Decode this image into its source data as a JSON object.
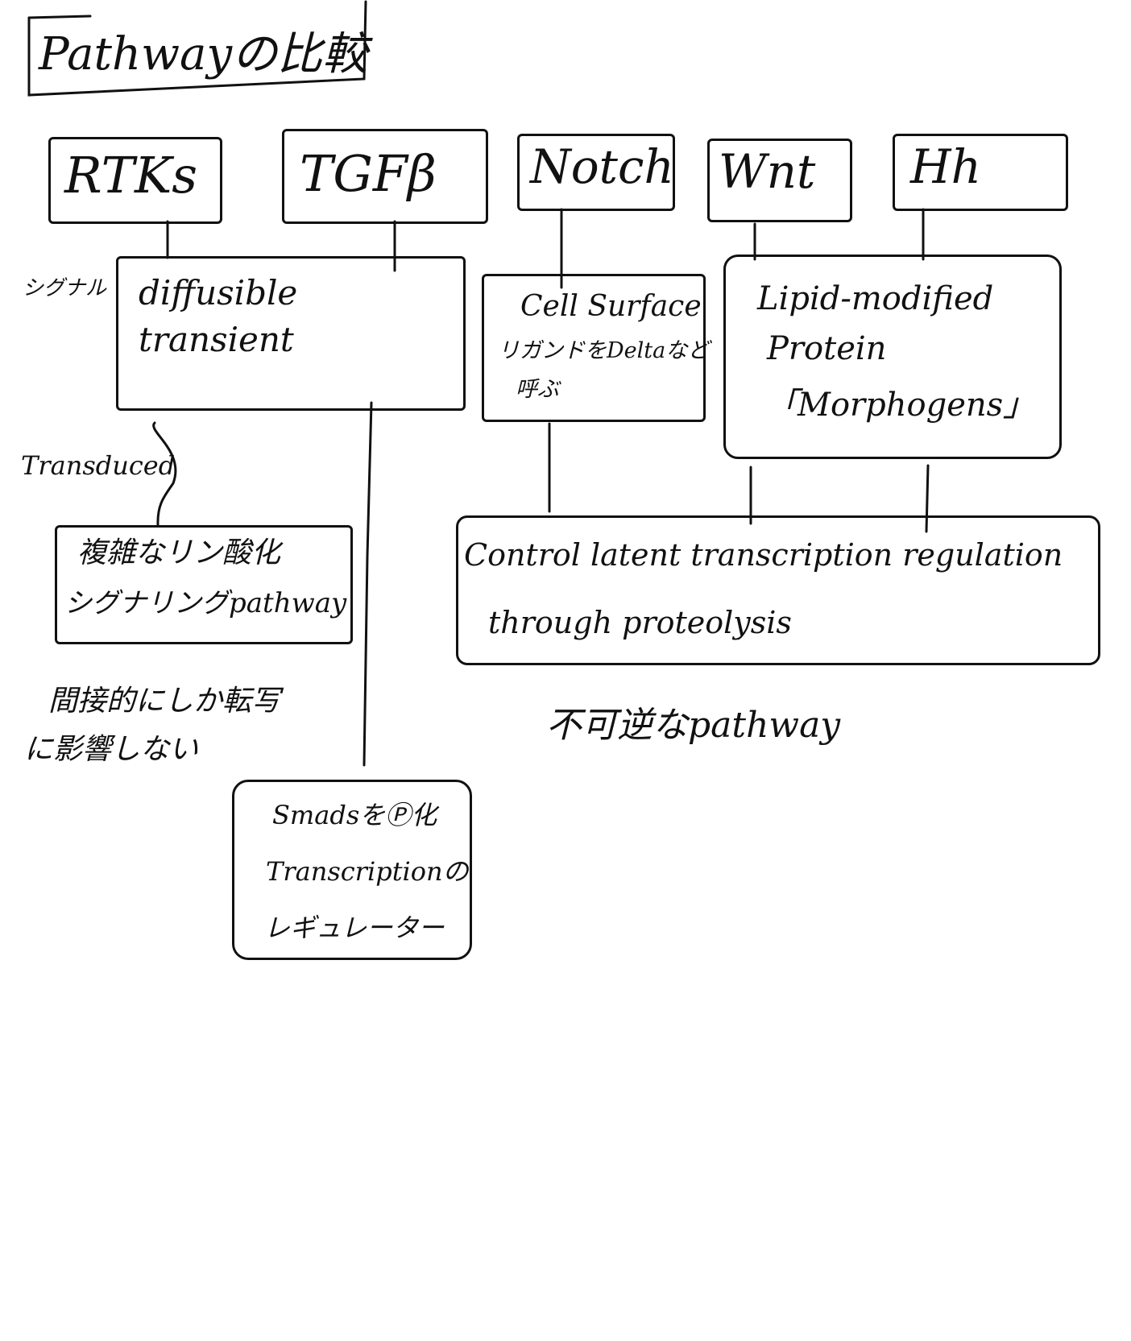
{
  "title": "Pathwayの比較",
  "pathways": [
    "RTKs",
    "TGFβ",
    "Notch",
    "Wnt",
    "Hh"
  ],
  "side_labels": {
    "signal": "シグナル",
    "transduced": "Transduced"
  },
  "boxes": {
    "diffusible": [
      "diffusible",
      "transient"
    ],
    "notch_signal": [
      "Cell Surface",
      "リガンドをDeltaなど",
      "呼ぶ"
    ],
    "lipid": [
      "Lipid-modified",
      "Protein",
      "「Morphogens」"
    ],
    "phospho": [
      "複雑なリン酸化",
      "シグナリングpathway"
    ],
    "proteolysis": [
      "Control latent transcription regulation",
      "through proteolysis"
    ],
    "smads": [
      "SmadsをⓅ化",
      "Transcriptionの",
      "レギュレーター"
    ]
  },
  "notes": {
    "indirect": [
      "間接的にしか転写",
      "に影響しない"
    ],
    "irreversible": "不可逆なpathway"
  }
}
